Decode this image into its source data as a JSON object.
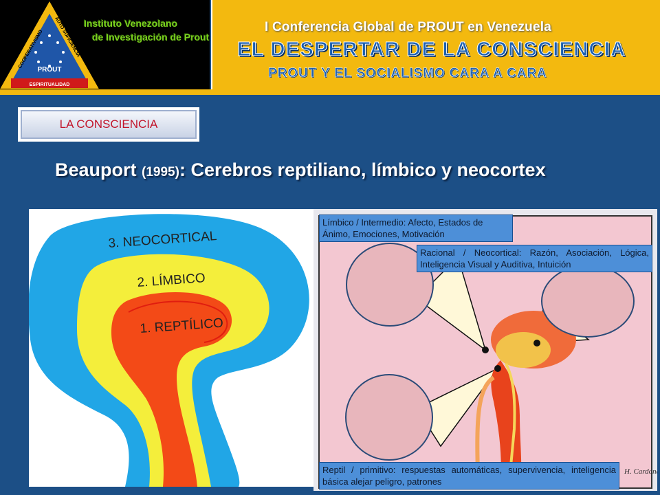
{
  "header": {
    "logo": {
      "institute_line1": "Instituto Venezolano",
      "institute_line2": "de Investigación de Prout",
      "triangle_left": "COOPERATIVISMO",
      "triangle_right": "AUTO SUFICIENCIA",
      "triangle_center": "PROUT",
      "triangle_bottom": "ESPIRITUALIDAD"
    },
    "conference": "I Conferencia Global de PROUT en Venezuela",
    "title": "EL DESPERTAR DE LA CONSCIENCIA",
    "subtitle": "PROUT Y EL SOCIALISMO CARA A CARA"
  },
  "section": {
    "label": "LA CONSCIENCIA"
  },
  "heading": {
    "author": "Beauport",
    "year": "(1995)",
    "rest": ": Cerebros reptiliano, límbico y neocortex"
  },
  "left_figure": {
    "layer3": "3. NEOCORTICAL",
    "layer2": "2. LÍMBICO",
    "layer1": "1. REPTÍLICO"
  },
  "right_figure": {
    "limbic": "Límbico / Intermedio: Afecto, Estados de Ánimo, Emociones, Motivación",
    "neocortical": "Racional / Neocortical: Razón, Asociación, Lógica, Inteligencia Visual y Auditiva, Intuición",
    "reptile": "Reptil / primitivo: respuestas automáticas, supervivencia, inteligencia básica alejar peligro, patrones",
    "signature": "H. Cardona"
  },
  "colors": {
    "background": "#1c4f86",
    "header_band": "#f3b90f",
    "section_label": "#c2142a",
    "callout": "#4d8fd8"
  }
}
